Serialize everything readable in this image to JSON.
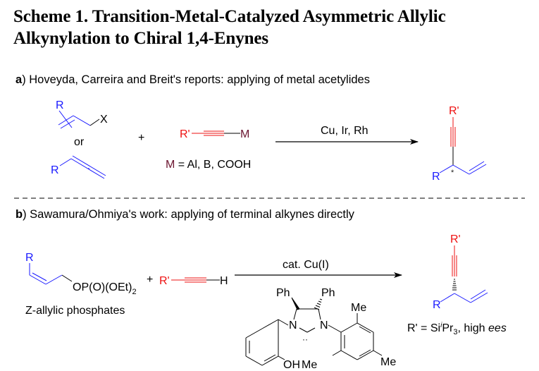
{
  "title": {
    "line1": "Scheme 1. Transition-Metal-Catalyzed Asymmetric Allylic",
    "line2": "Alkynylation to Chiral 1,4-Enynes"
  },
  "colors": {
    "substrate_R": "#1a1aff",
    "alkyne_Rprime": "#ee1111",
    "metal_M": "#6b1530",
    "text": "#000000"
  },
  "panel_a": {
    "letter": "a",
    "heading": ") Hoveyda, Carreira and Breit's reports: applying of metal acetylides",
    "substrate1_R": "R",
    "substrate1_X": "X",
    "or_label": "or",
    "substrate2_R": "R",
    "plus": "+",
    "reagent_Rprime": "R'",
    "reagent_M": "M",
    "metal_def_M": "M",
    "metal_def_rest": " = Al, B, COOH",
    "conditions": "Cu, Ir, Rh",
    "product_Rprime": "R'",
    "product_R": "R",
    "stereo_mark": "*"
  },
  "panel_b": {
    "letter": "b",
    "heading": ") Sawamura/Ohmiya's work: applying of terminal alkynes directly",
    "substrate_R": "R",
    "leaving_group": "OP(O)(OEt)",
    "leaving_group_sub": "2",
    "substrate_caption": "Z-allylic phosphates",
    "plus": "+",
    "reagent_Rprime": "R'",
    "reagent_H": "H",
    "conditions": "cat. Cu(I)",
    "ligand": {
      "ph1": "Ph",
      "ph2": "Ph",
      "n1": "N",
      "n2": "N",
      "oh": "OH",
      "me_top": "Me",
      "me_bottom_left": "Me",
      "me_bottom_right": "Me",
      "carbene_dots": "··"
    },
    "product_Rprime": "R'",
    "product_R": "R",
    "note_prefix": "R' = Si",
    "note_sup": "i",
    "note_mid": "Pr",
    "note_sub": "3",
    "note_suffix": ", high ",
    "note_italic": "ees"
  }
}
